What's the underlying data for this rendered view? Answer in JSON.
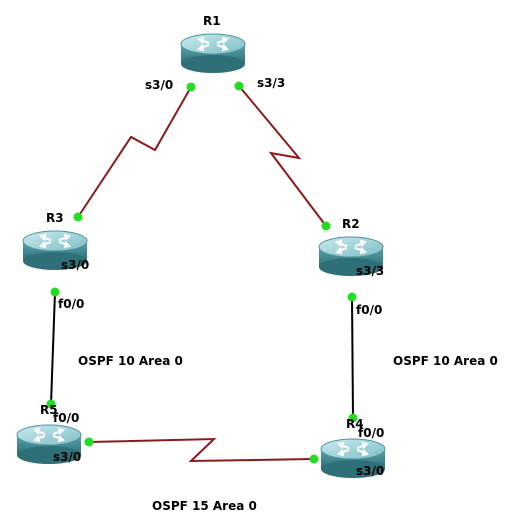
{
  "routers": [
    {
      "id": "r1",
      "name": "R1"
    },
    {
      "id": "r3",
      "name": "R3"
    },
    {
      "id": "r2",
      "name": "R2"
    },
    {
      "id": "r5",
      "name": "R5"
    },
    {
      "id": "r4",
      "name": "R4"
    }
  ],
  "interfaces": {
    "r1_s30": "s3/0",
    "r1_s33": "s3/3",
    "r3_s30": "s3/0",
    "r3_f00": "f0/0",
    "r2_s33": "s3/3",
    "r2_f00": "f0/0",
    "r5_f00": "f0/0",
    "r5_s30": "s3/0",
    "r4_f00": "f0/0",
    "r4_s30": "s3/0"
  },
  "areas": {
    "left": "OSPF 10 Area 0",
    "right": "OSPF 10 Area 0",
    "bottom": "OSPF 15 Area 0"
  },
  "colors": {
    "serial_link": "#8b1a1a",
    "ethernet_link": "#000000",
    "port_dot": "#22dd22",
    "router_body": "#3e8a93",
    "router_top": "#9fd2d8"
  }
}
